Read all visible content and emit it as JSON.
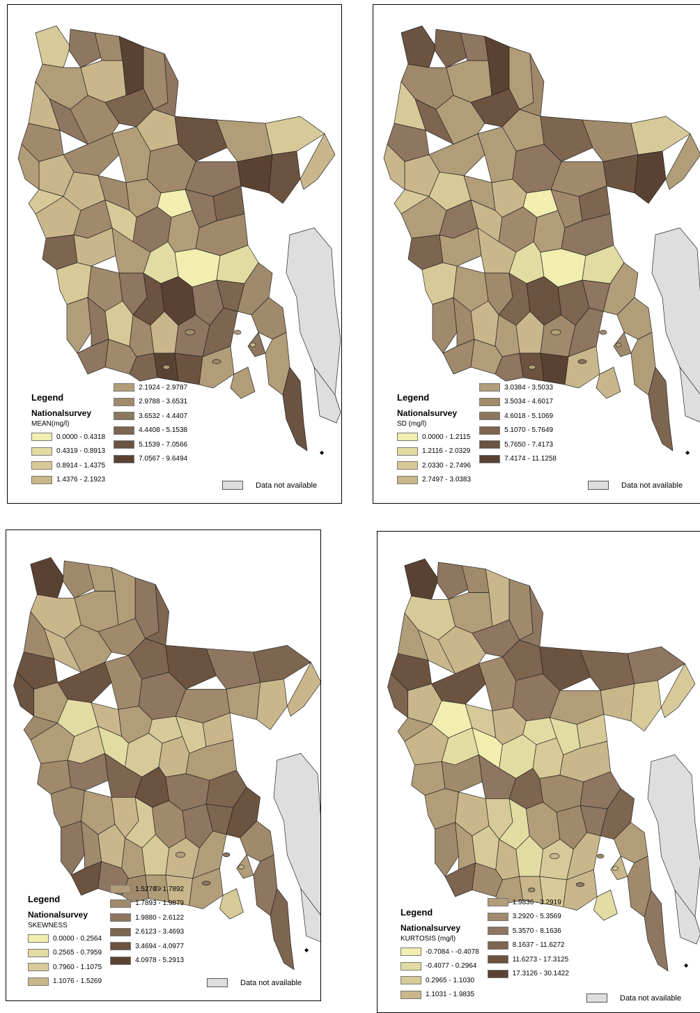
{
  "panels": [
    {
      "id": "mean",
      "legend_title": "Legend",
      "layer_name": "Nationalsurvey",
      "field": "MEAN(mg/l)",
      "classes": [
        "0.0000 - 0.4318",
        "0.4319 - 0.8913",
        "0.8914 - 1.4375",
        "1.4376 - 2.1923",
        "2.1924 - 2.9787",
        "2.9788 - 3.6531",
        "3.6532 - 4.4407",
        "4.4408 - 5.1538",
        "5.1539 - 7.0566",
        "7.0567 - 9.6494"
      ],
      "na_label": "Data not available",
      "district_values": [
        2,
        6,
        5,
        9,
        4,
        3,
        7,
        6,
        5,
        3,
        8,
        4,
        2,
        5,
        3,
        4,
        5,
        6,
        9,
        8,
        0,
        3,
        5,
        4,
        6,
        7,
        3,
        5,
        2,
        6,
        4,
        5,
        7,
        3,
        4,
        1,
        0,
        1,
        2,
        5,
        6,
        8,
        9,
        6,
        7,
        5,
        4,
        6,
        2,
        5,
        3,
        6,
        7,
        5,
        4,
        8,
        6,
        5,
        7,
        9,
        8,
        4,
        3,
        5,
        6,
        4,
        2,
        5,
        3,
        4,
        6
      ]
    },
    {
      "id": "sd",
      "legend_title": "Legend",
      "layer_name": "Nationalsurvey",
      "field": "SD (mg/l)",
      "classes": [
        "0.0000 - 1.2115",
        "1.2116 - 2.0329",
        "2.0330 - 2.7496",
        "2.7497 - 3.0383",
        "3.0384 - 3.5033",
        "3.5034 - 4.6017",
        "4.6018 - 5.1069",
        "5.1070 - 5.7649",
        "5.7650 - 7.4173",
        "7.4174 - 11.1258"
      ],
      "na_label": "Data not available",
      "district_values": [
        8,
        7,
        6,
        9,
        5,
        4,
        8,
        7,
        6,
        4,
        7,
        5,
        2,
        4,
        3,
        4,
        6,
        5,
        8,
        9,
        0,
        2,
        4,
        3,
        5,
        7,
        4,
        6,
        3,
        5,
        4,
        6,
        7,
        4,
        3,
        1,
        0,
        1,
        2,
        4,
        5,
        7,
        8,
        7,
        6,
        4,
        5,
        5,
        3,
        4,
        3,
        5,
        6,
        4,
        4,
        7,
        5,
        4,
        6,
        8,
        9,
        3,
        2,
        4,
        5,
        3,
        2,
        4,
        4,
        3,
        5
      ]
    },
    {
      "id": "skewness",
      "legend_title": "Legend",
      "layer_name": "Nationalsurvey",
      "field": "SKEWNESS",
      "classes": [
        "0.0000 - 0.2564",
        "0.2565 - 0.7959",
        "0.7960 - 1.1075",
        "1.1076 - 1.5269",
        "1.5270 - 1.7892",
        "1.7893 - 1.9879",
        "1.9880 - 2.6122",
        "2.6123 - 3.4693",
        "3.4694 - 4.0977",
        "4.0978 - 5.2913"
      ],
      "na_label": "Data not available",
      "district_values": [
        9,
        5,
        4,
        4,
        3,
        4,
        5,
        3,
        8,
        7,
        8,
        6,
        7,
        8,
        4,
        5,
        6,
        5,
        4,
        3,
        2,
        1,
        3,
        4,
        2,
        3,
        4,
        2,
        1,
        2,
        3,
        4,
        5,
        6,
        7,
        8,
        6,
        7,
        5,
        4,
        3,
        2,
        5,
        6,
        7,
        8,
        6,
        5,
        3,
        4,
        2,
        3,
        4,
        5,
        6,
        7,
        8,
        6,
        5,
        4,
        3,
        4,
        5,
        6,
        7,
        8,
        5,
        4,
        3,
        2,
        4
      ]
    },
    {
      "id": "kurtosis",
      "legend_title": "Legend",
      "layer_name": "Nationalsurvey",
      "field": "KURTOSIS (mg/l)",
      "classes": [
        "-0.7084 - -0.4078",
        "-0.4077 - 0.2964",
        "0.2965 - 1.1030",
        "1.1031 - 1.9835",
        "1.9836 - 3.2919",
        "3.2920 - 5.3569",
        "5.3570 - 8.1636",
        "8.1637 - 11.6272",
        "11.6273 - 17.3125",
        "17.3126 - 30.1422"
      ],
      "na_label": "Data not available",
      "district_values": [
        9,
        6,
        5,
        3,
        2,
        4,
        6,
        3,
        8,
        7,
        8,
        7,
        6,
        8,
        3,
        5,
        6,
        4,
        3,
        2,
        1,
        0,
        2,
        3,
        1,
        2,
        3,
        1,
        0,
        1,
        2,
        3,
        4,
        5,
        6,
        7,
        5,
        6,
        4,
        3,
        2,
        1,
        4,
        5,
        6,
        7,
        5,
        4,
        2,
        3,
        1,
        2,
        3,
        4,
        5,
        6,
        7,
        5,
        4,
        3,
        2,
        3,
        4,
        5,
        6,
        7,
        4,
        3,
        2,
        1,
        3
      ]
    }
  ],
  "palette": [
    "#f1eeb0",
    "#e3dca2",
    "#d8ca98",
    "#c9b68b",
    "#b29d79",
    "#a08a6b",
    "#8e7660",
    "#7d6550",
    "#6b5340",
    "#5a4232"
  ]
}
